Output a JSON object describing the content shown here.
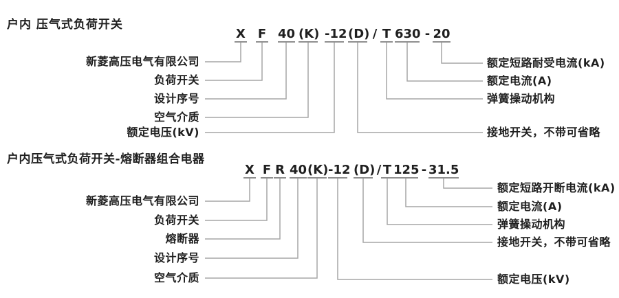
{
  "diagram": {
    "background": "#ffffff",
    "text_color": "#1f1f1f",
    "line_color": "#a6a6a6"
  },
  "sections": [
    {
      "title": "户内 压气式负荷开关",
      "model_full": "X F 40 (K) -12 (D) / T 630 - 20",
      "segments": [
        "X",
        "F",
        "40",
        "(K)",
        "-12",
        "(D)",
        "/",
        "T",
        "630",
        "-",
        "20"
      ],
      "left_labels": [
        "新菱高压电气有限公司",
        "负荷开关",
        "设计序号",
        "空气介质",
        "额定电压(kV)"
      ],
      "right_labels": [
        "额定短路耐受电流(kA)",
        "额定电流(A)",
        "弹簧操动机构",
        "接地开关，不带可省略"
      ]
    },
    {
      "title": "户内压气式负荷开关-熔断器组合电器",
      "model_full": "X F R 40(K) -12 (D) / T 125 - 31.5",
      "segments": [
        "X",
        "F",
        "R",
        "40",
        "(K)",
        "-12",
        "(D)",
        "/",
        "T",
        "125",
        "-",
        "31.5"
      ],
      "left_labels": [
        "新菱高压电气有限公司",
        "负荷开关",
        "熔断器",
        "设计序号",
        "空气介质"
      ],
      "right_labels": [
        "额定短路开断电流(kA)",
        "额定电流(A)",
        "弹簧操动机构",
        "接地开关，不带可省略",
        "额定电压(kV)"
      ]
    }
  ]
}
